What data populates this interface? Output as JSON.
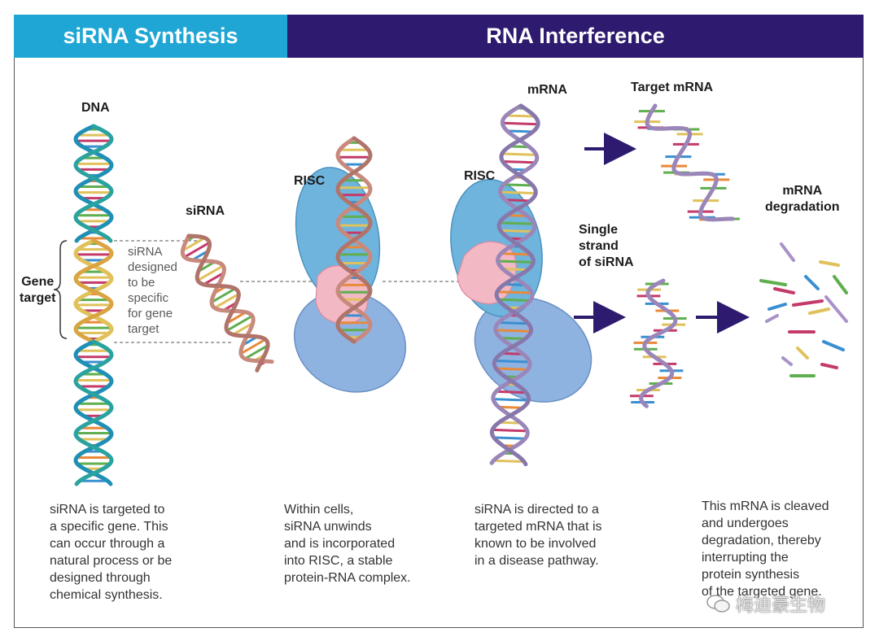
{
  "header": {
    "left_title": "siRNA Synthesis",
    "right_title": "RNA Interference"
  },
  "labels": {
    "dna": "DNA",
    "sirna": "siRNA",
    "gene_target": [
      "Gene",
      "target"
    ],
    "sirna_note": [
      "siRNA",
      "designed",
      "to be",
      "specific",
      "for gene",
      "target"
    ],
    "risc_1": "RISC",
    "risc_2": "RISC",
    "mrna": "mRNA",
    "target_mrna": "Target mRNA",
    "single_strand": [
      "Single",
      "strand",
      "of siRNA"
    ],
    "mrna_degradation": [
      "mRNA",
      "degradation"
    ]
  },
  "captions": [
    [
      "siRNA is targeted to",
      "a specific gene. This",
      "can occur through a",
      "natural process or be",
      "designed through",
      "chemical synthesis."
    ],
    [
      "Within cells,",
      "siRNA unwinds",
      "and is incorporated",
      "into RISC, a stable",
      "protein-RNA complex."
    ],
    [
      "siRNA is directed to a",
      "targeted mRNA that is",
      "known to be involved",
      "in a disease pathway."
    ],
    [
      "This mRNA is cleaved",
      "and undergoes",
      "degradation, thereby",
      "interrupting the",
      "protein synthesis",
      "of the targeted gene."
    ]
  ],
  "watermark": "梅迪豪生物",
  "colors": {
    "header_left": "#1fa6d4",
    "header_right": "#2e1a6e",
    "dna_strand": "#1f8fb5",
    "gene_target_strand": "#e0c15a",
    "rna_strand": "#9a86b8",
    "sirna_strand": "#c98a7e",
    "risc_blue": "#6fb4dd",
    "risc_pink": "#f2b8c4",
    "arrow": "#2e1a6e"
  },
  "icons": [
    "right-arrow-icon",
    "wechat-icon"
  ]
}
